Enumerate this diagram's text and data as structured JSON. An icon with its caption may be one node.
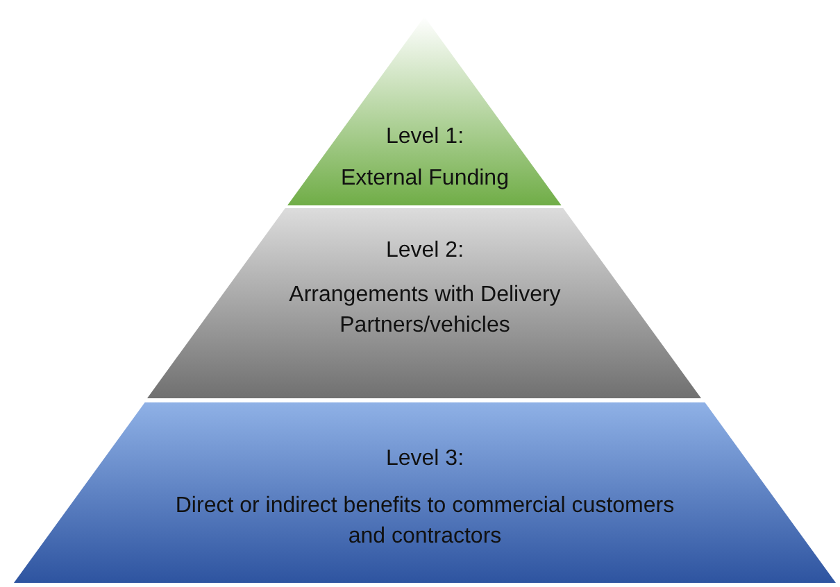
{
  "diagram": {
    "nodes": [
      {
        "text": [
          "Level 1:",
          "External Funding"
        ]
      },
      {
        "text": [
          "Level 2:",
          "Arrangements with Delivery Partners/vehicles"
        ]
      },
      {
        "text": [
          "Level 3:",
          "Direct or indirect benefits to commercial customers and contractors"
        ]
      }
    ]
  }
}
